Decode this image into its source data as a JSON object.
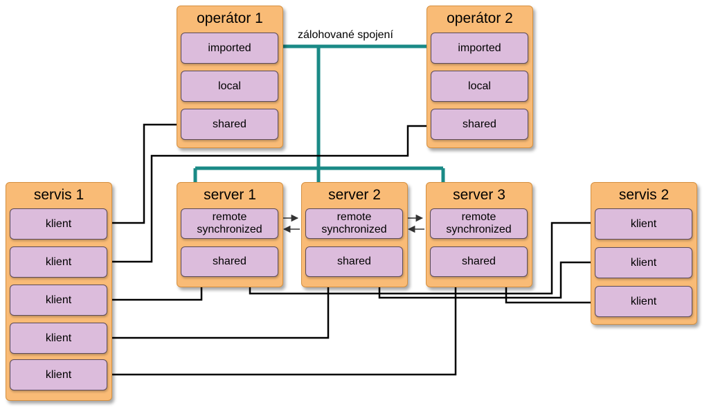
{
  "backup_label": "zálohované spojení",
  "operators": [
    {
      "title": "operátor 1",
      "items": [
        "imported",
        "local",
        "shared"
      ]
    },
    {
      "title": "operátor 2",
      "items": [
        "imported",
        "local",
        "shared"
      ]
    }
  ],
  "servers": [
    {
      "title": "server 1",
      "remote_line1": "remote",
      "remote_line2": "synchronized",
      "shared": "shared"
    },
    {
      "title": "server 2",
      "remote_line1": "remote",
      "remote_line2": "synchronized",
      "shared": "shared"
    },
    {
      "title": "server 3",
      "remote_line1": "remote",
      "remote_line2": "synchronized",
      "shared": "shared"
    }
  ],
  "servis": [
    {
      "title": "servis 1",
      "items": [
        "klient",
        "klient",
        "klient",
        "klient",
        "klient"
      ]
    },
    {
      "title": "servis 2",
      "items": [
        "klient",
        "klient",
        "klient"
      ]
    }
  ],
  "colors": {
    "box": "#f9bb76",
    "cell": "#dcbcdc",
    "backup_link": "#1a8a86",
    "wire": "#000000"
  }
}
